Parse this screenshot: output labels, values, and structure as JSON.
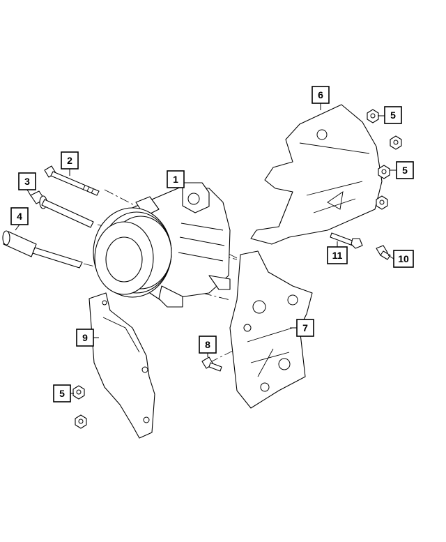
{
  "diagram": {
    "callouts": [
      {
        "id": "c1",
        "label": "1"
      },
      {
        "id": "c2",
        "label": "2"
      },
      {
        "id": "c3",
        "label": "3"
      },
      {
        "id": "c4",
        "label": "4"
      },
      {
        "id": "c5a",
        "label": "5"
      },
      {
        "id": "c5b",
        "label": "5"
      },
      {
        "id": "c5c",
        "label": "5"
      },
      {
        "id": "c6",
        "label": "6"
      },
      {
        "id": "c7",
        "label": "7"
      },
      {
        "id": "c8",
        "label": "8"
      },
      {
        "id": "c9",
        "label": "9"
      },
      {
        "id": "c10",
        "label": "10"
      },
      {
        "id": "c11",
        "label": "11"
      }
    ],
    "parts": [
      {
        "callout": "1",
        "icon": "ac-compressor-icon"
      },
      {
        "callout": "2",
        "icon": "long-bolt-icon"
      },
      {
        "callout": "3",
        "icon": "flange-bolt-icon"
      },
      {
        "callout": "4",
        "icon": "spacer-bolt-icon"
      },
      {
        "callout": "5",
        "icon": "hex-nut-icon"
      },
      {
        "callout": "6",
        "icon": "heat-shield-icon"
      },
      {
        "callout": "7",
        "icon": "mounting-bracket-icon"
      },
      {
        "callout": "8",
        "icon": "small-bolt-icon"
      },
      {
        "callout": "9",
        "icon": "lower-shield-icon"
      },
      {
        "callout": "10",
        "icon": "stud-bolt-icon"
      },
      {
        "callout": "11",
        "icon": "hex-bolt-icon"
      }
    ]
  }
}
